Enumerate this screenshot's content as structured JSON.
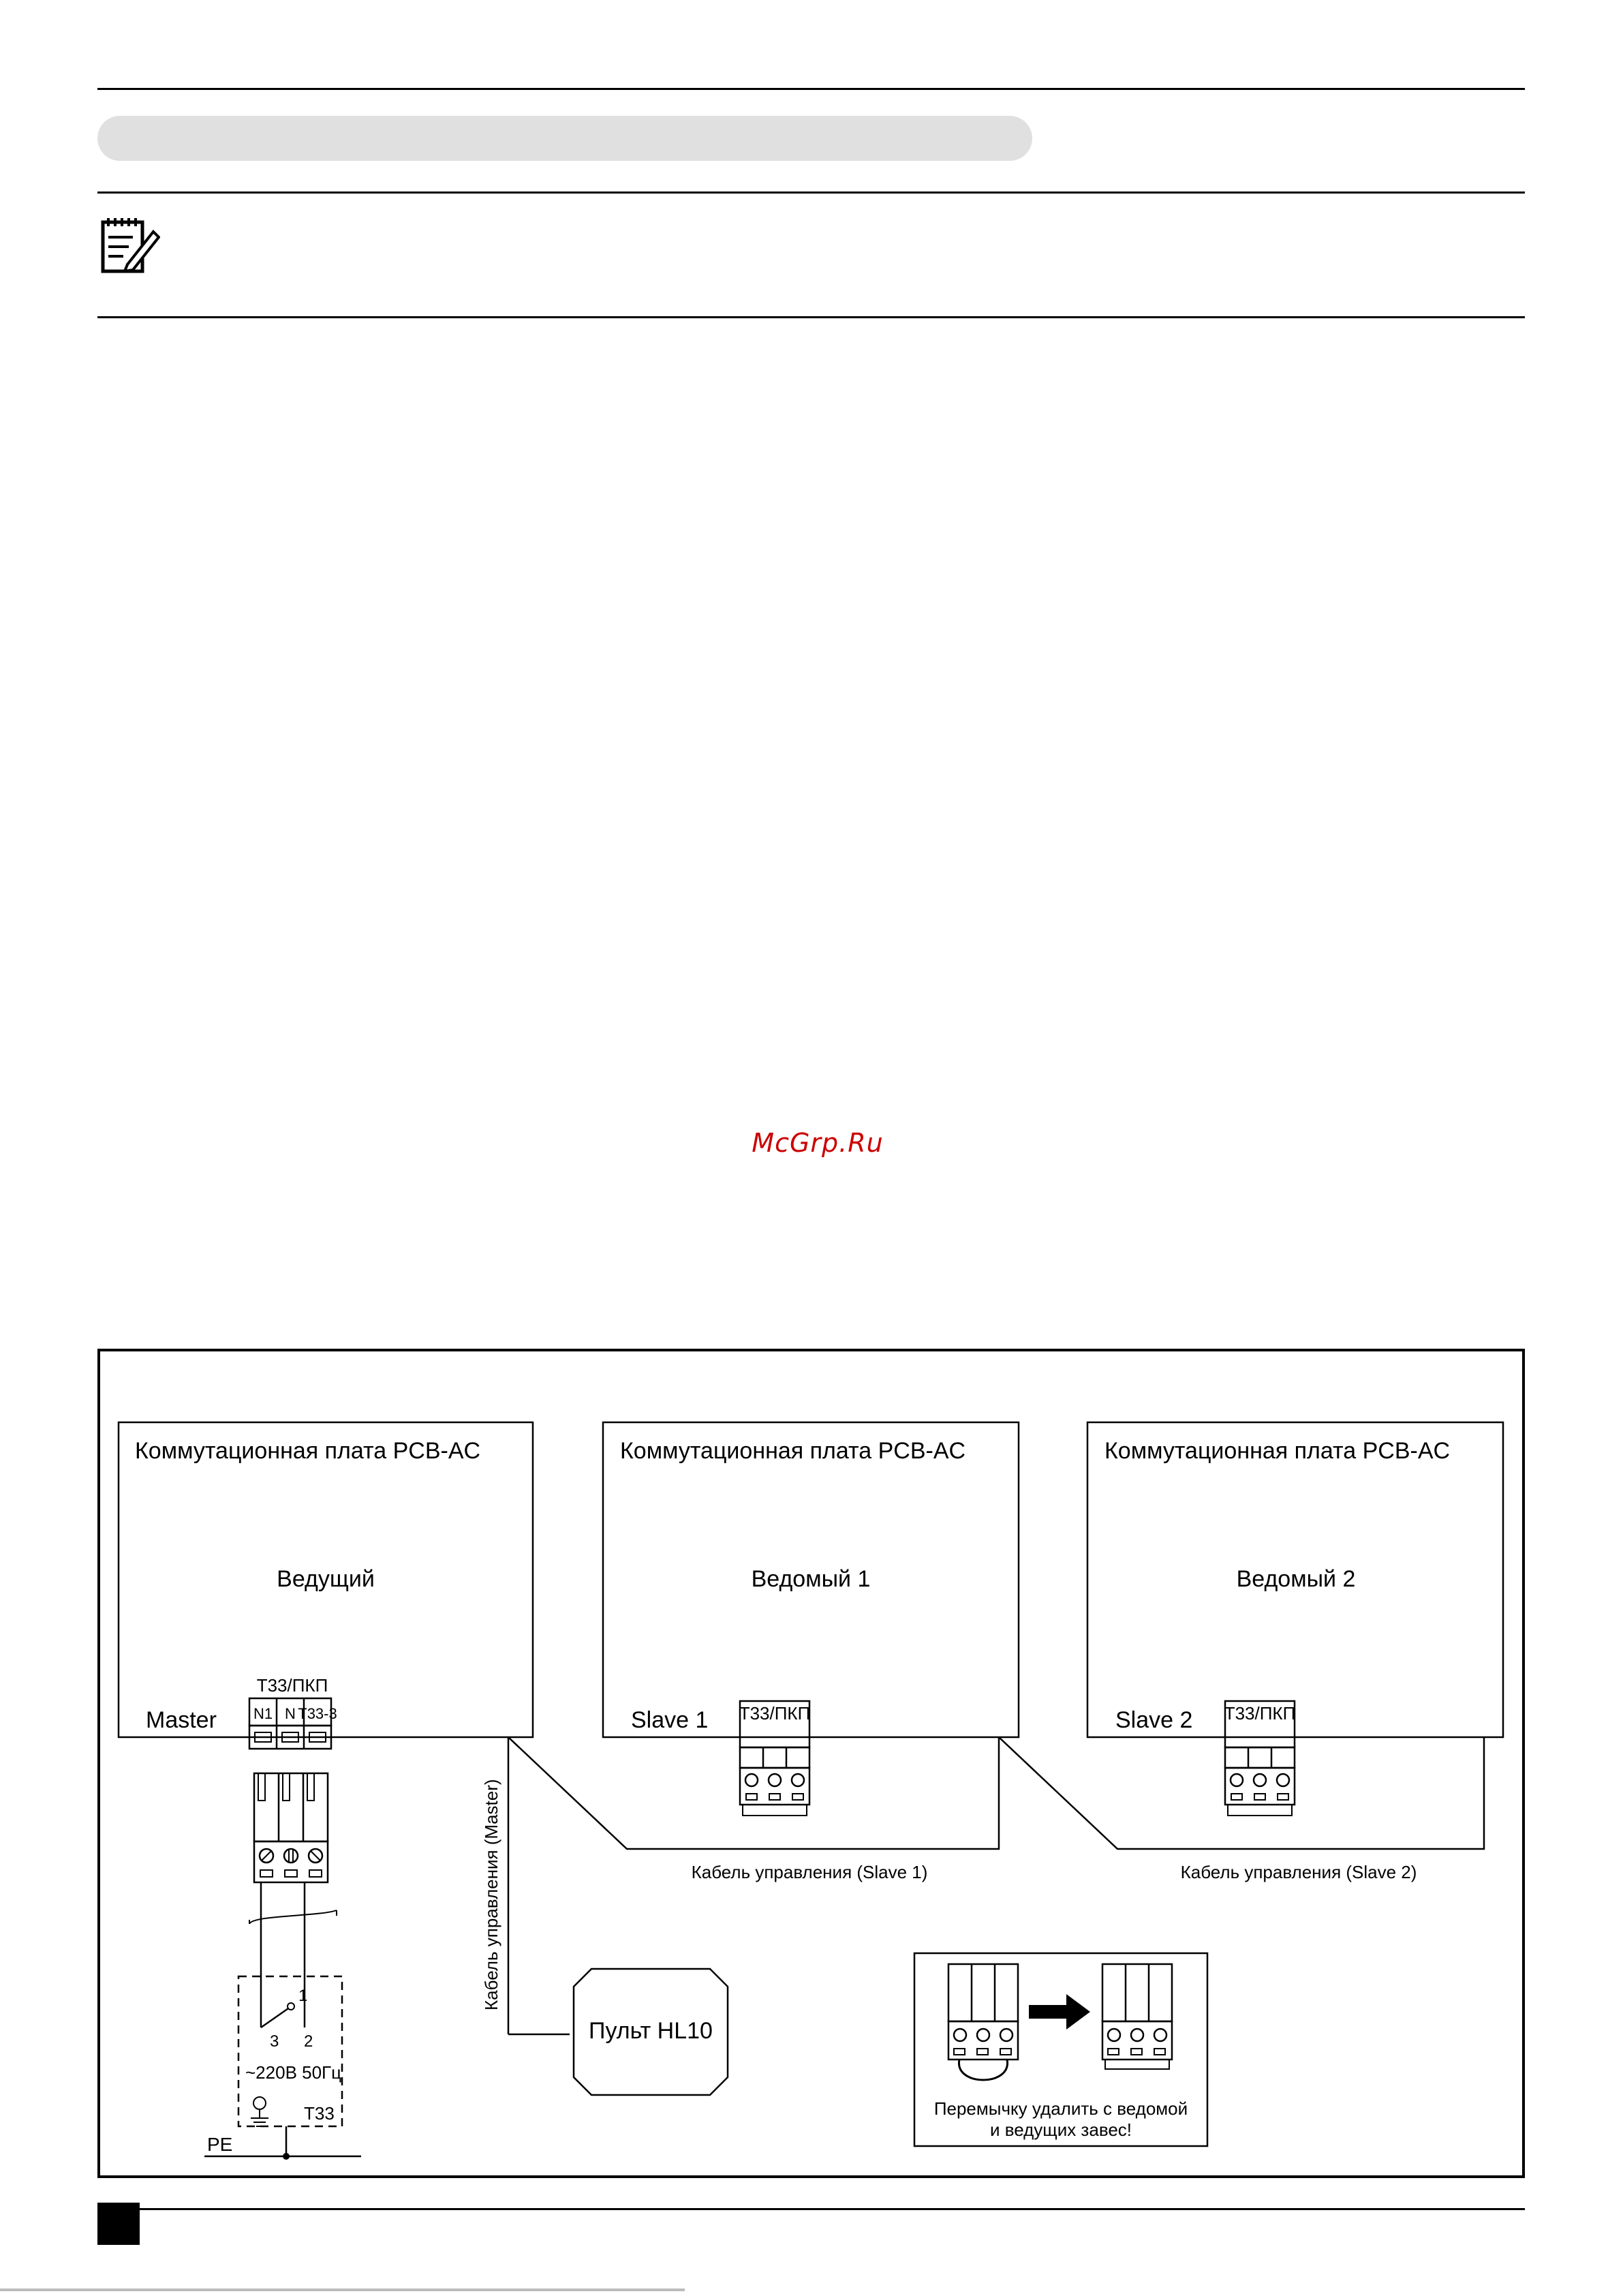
{
  "watermark": "McGrp.Ru",
  "diagram": {
    "boards": [
      {
        "title": "Коммутационная плата PCB-AC",
        "role": "Ведущий",
        "tag": "Master",
        "connector": "T33/ПКП",
        "pins": [
          "N1",
          "N",
          "T33-3"
        ]
      },
      {
        "title": "Коммутационная плата PCB-AC",
        "role": "Ведомый 1",
        "tag": "Slave 1",
        "connector": "T33/ПКП"
      },
      {
        "title": "Коммутационная плата PCB-AC",
        "role": "Ведомый 2",
        "tag": "Slave 2",
        "connector": "T33/ПКП"
      }
    ],
    "cables": {
      "master": "Кабель управления (Master)",
      "slave1": "Кабель управления (Slave 1)",
      "slave2": "Кабель управления (Slave 2)"
    },
    "remote": "Пульт HL10",
    "thermostat": {
      "pin1": "1",
      "pin3": "3",
      "pin2": "2",
      "supply": "~220В 50Гц",
      "label": "T33",
      "pe": "PE"
    },
    "jumper_note": [
      "Перемычку удалить с ведомой",
      "и ведущих завес!"
    ]
  },
  "icons": [
    "notepad-pencil-icon",
    "jumper-arrow-icon",
    "ground-icon"
  ]
}
